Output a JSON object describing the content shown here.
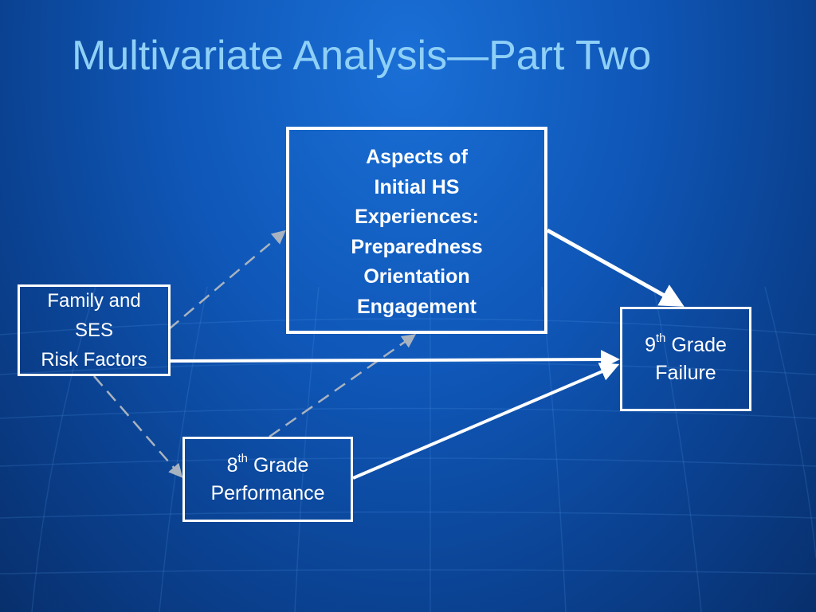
{
  "slide": {
    "title": "Multivariate Analysis—Part Two"
  },
  "nodes": {
    "aspects": {
      "lines": [
        "Aspects of",
        "Initial HS",
        "Experiences:",
        "Preparedness",
        "Orientation",
        "Engagement"
      ]
    },
    "family": {
      "lines": [
        "Family and",
        "SES",
        "Risk Factors"
      ]
    },
    "eighth": {
      "number": "8",
      "sup": "th",
      "word": "Grade",
      "line2": "Performance"
    },
    "ninth": {
      "number": "9",
      "sup": "th",
      "word": "Grade",
      "line2": "Failure"
    }
  },
  "colors": {
    "title": "#8fd0f7",
    "solid_arrow": "#ffffff",
    "dashed_arrow": "#a9b3bf",
    "box_border": "#ffffff"
  }
}
